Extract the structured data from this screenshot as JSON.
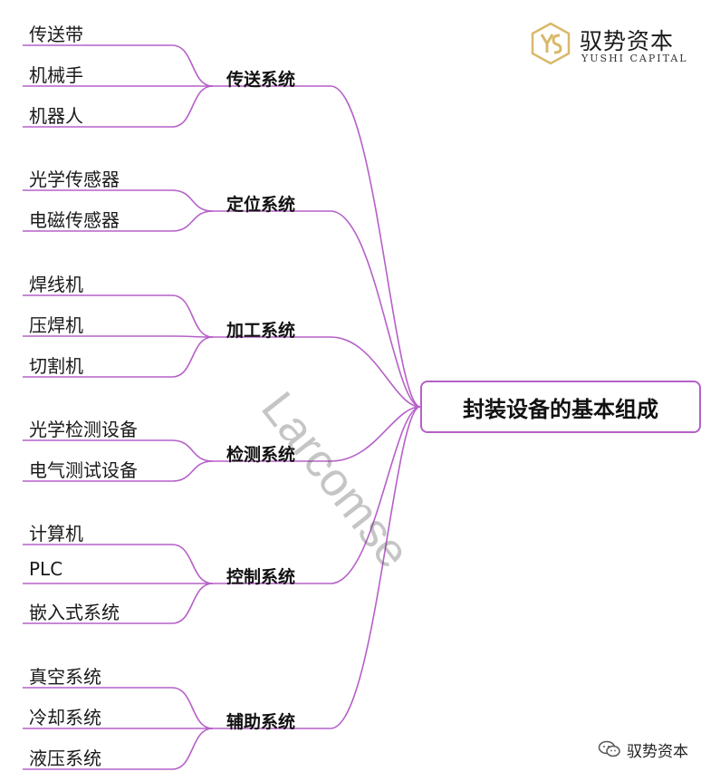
{
  "root": {
    "label": "封装设备的基本组成"
  },
  "categories": [
    {
      "label": "传送系统",
      "items": [
        "传送带",
        "机械手",
        "机器人"
      ]
    },
    {
      "label": "定位系统",
      "items": [
        "光学传感器",
        "电磁传感器"
      ]
    },
    {
      "label": "加工系统",
      "items": [
        "焊线机",
        "压焊机",
        "切割机"
      ]
    },
    {
      "label": "检测系统",
      "items": [
        "光学检测设备",
        "电气测试设备"
      ]
    },
    {
      "label": "控制系统",
      "items": [
        "计算机",
        "PLC",
        "嵌入式系统"
      ]
    },
    {
      "label": "辅助系统",
      "items": [
        "真空系统",
        "冷却系统",
        "液压系统"
      ]
    }
  ],
  "logo": {
    "name_cn": "驭势资本",
    "name_en": "YUSHI CAPITAL"
  },
  "watermark": "Larcomse",
  "footer": {
    "text": "驭势资本",
    "icon": "wechat-icon"
  },
  "colors": {
    "connector": "#b660c8",
    "logo_gold": "#d9b86a"
  }
}
